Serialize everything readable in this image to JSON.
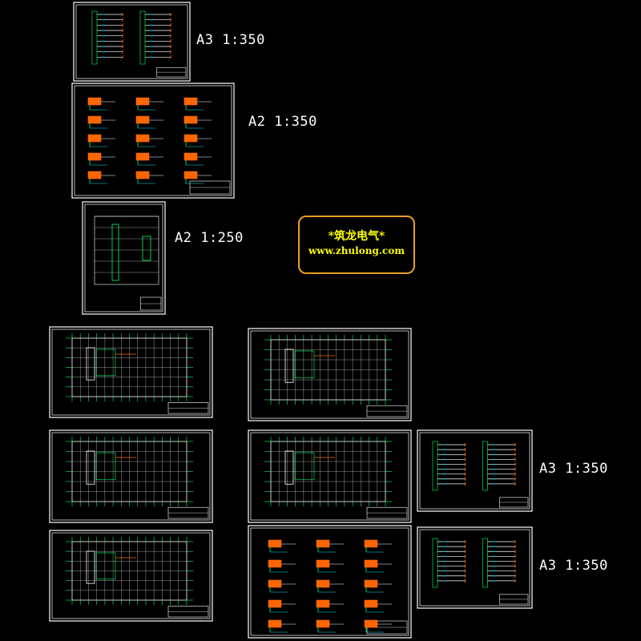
{
  "sheet_labels": {
    "top": "A3 1:350",
    "second": "A2 1:350",
    "third": "A2 1:250",
    "right_middle": "A3 1:350",
    "right_bottom": "A3 1:350"
  },
  "logo": {
    "title": "*筑龙电气*",
    "url": "www.zhulong.com"
  },
  "colors": {
    "background": "#000000",
    "frame": "#ffffff",
    "linework": "#00ff66",
    "accent": "#ff6600",
    "cyan": "#00e5ff",
    "logo": "#ffff00",
    "logo_border": "#e8a020"
  }
}
